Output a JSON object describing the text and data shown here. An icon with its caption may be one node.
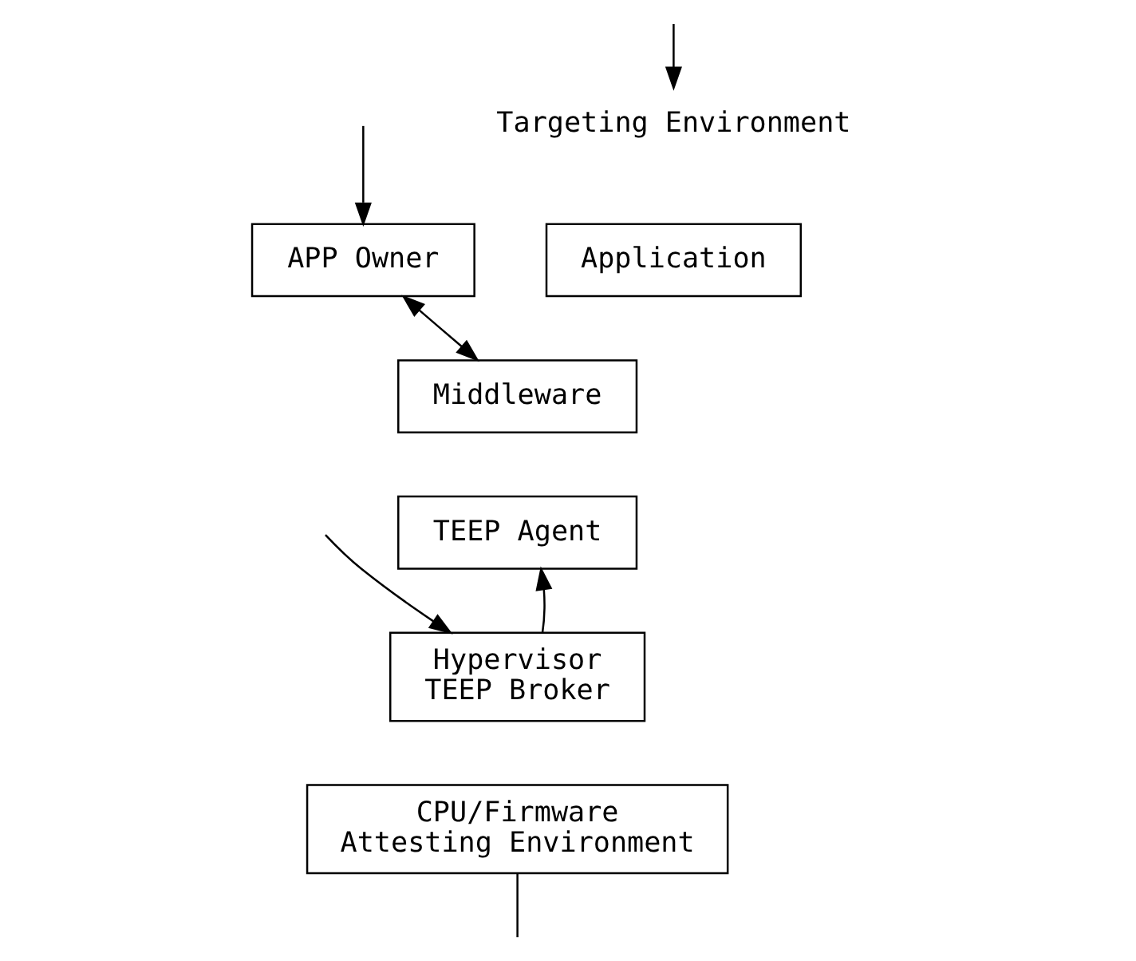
{
  "diagram": {
    "nodes": [
      {
        "text": [
          "Targeting Environment"
        ]
      },
      {
        "text": [
          "Application"
        ]
      },
      {
        "text": [
          "Middleware"
        ]
      },
      {
        "text": [
          "TEEP Agent"
        ]
      },
      {
        "text": [
          "APP Owner"
        ]
      },
      {
        "text": [
          "Hypervisor",
          "TEEP Broker"
        ]
      },
      {
        "text": [
          "CPU/Firmware",
          "Attesting Environment"
        ]
      }
    ],
    "edges": [
      {
        "from": null,
        "to": 0,
        "arrow": "to"
      },
      {
        "from": 2,
        "to": 4,
        "arrow": "both"
      },
      {
        "from": null,
        "to": 4,
        "arrow": "to"
      },
      {
        "from": 5,
        "to": 3,
        "arrow": "to"
      },
      {
        "from": null,
        "to": 5,
        "arrow": "to"
      },
      {
        "from": 6,
        "to": null,
        "arrow": "none"
      }
    ]
  }
}
